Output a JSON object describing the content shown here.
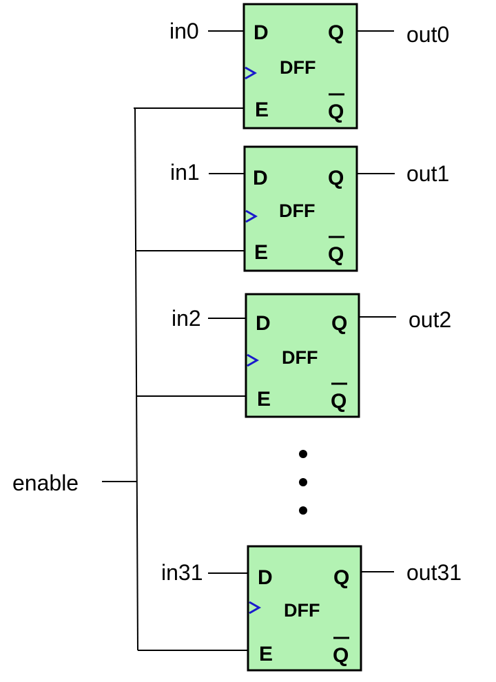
{
  "colors": {
    "dff_fill": "#b3f2b3",
    "clock_marker": "#1a1acc",
    "wire": "#000000"
  },
  "enable_label": "enable",
  "flipflops": [
    {
      "input": "in0",
      "output": "out0",
      "block": "DFF",
      "pin_d": "D",
      "pin_q": "Q",
      "pin_e": "E",
      "pin_qbar": "Q"
    },
    {
      "input": "in1",
      "output": "out1",
      "block": "DFF",
      "pin_d": "D",
      "pin_q": "Q",
      "pin_e": "E",
      "pin_qbar": "Q"
    },
    {
      "input": "in2",
      "output": "out2",
      "block": "DFF",
      "pin_d": "D",
      "pin_q": "Q",
      "pin_e": "E",
      "pin_qbar": "Q"
    },
    {
      "input": "in31",
      "output": "out31",
      "block": "DFF",
      "pin_d": "D",
      "pin_q": "Q",
      "pin_e": "E",
      "pin_qbar": "Q"
    }
  ]
}
